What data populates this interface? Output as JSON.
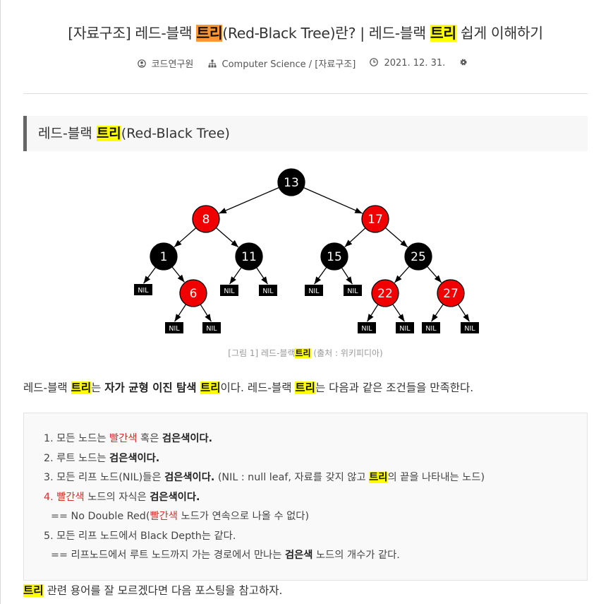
{
  "post": {
    "title_pre": "[자료구조] 레드-블랙 ",
    "title_hl": "트리",
    "title_post": "(Red-Black Tree)란? | 레드-블랙 ",
    "title_hl2": "트리",
    "title_end": " 쉽게 이해하기",
    "author": "코드연구원",
    "category": "Computer Science / [자료구조]",
    "date": "2021. 12. 31."
  },
  "heading": {
    "pre": "레드-블랙 ",
    "hl": "트리",
    "post": "(Red-Black Tree)"
  },
  "tree": {
    "nodes": [
      {
        "key": "13",
        "color": "black"
      },
      {
        "key": "8",
        "color": "red"
      },
      {
        "key": "17",
        "color": "red"
      },
      {
        "key": "1",
        "color": "black"
      },
      {
        "key": "11",
        "color": "black"
      },
      {
        "key": "15",
        "color": "black"
      },
      {
        "key": "25",
        "color": "black"
      },
      {
        "key": "6",
        "color": "red"
      },
      {
        "key": "22",
        "color": "red"
      },
      {
        "key": "27",
        "color": "red"
      }
    ],
    "nil_label": "NIL"
  },
  "caption": {
    "pre": "[그림 1] 레드-블랙",
    "hl": "트리",
    "post": " (출처 : 위키피디아)"
  },
  "intro": {
    "p1": "레드-블랙 ",
    "hl1": "트리",
    "p2": "는 ",
    "b1": "자가 균형 이진 탐색 ",
    "hl2": "트리",
    "p3": "이다. 레드-블랙 ",
    "hl3": "트리",
    "p4": "는 다음과 같은 조건들을 만족한다."
  },
  "rules": {
    "r1_a": "1. 모든 노드는 ",
    "r1_red": "빨간색",
    "r1_b": " 혹은 ",
    "r1_bold": "검은색이다.",
    "r2_a": "2. 루트 노드는 ",
    "r2_bold": "검은색이다.",
    "r3_a": "3. 모든 리프 노드(NIL)들은 ",
    "r3_bold": "검은색이다.",
    "r3_b": " (NIL : null leaf, 자료를 갖지 않고 ",
    "r3_hl": "트리",
    "r3_c": "의 끝을 나타내는 노드)",
    "r4_red": "빨간색",
    "r4_a": " 노드의 자식은 ",
    "r4_bold": "검은색이다.",
    "r4s_a": "== No Double Red(",
    "r4s_red": "빨간색",
    "r4s_b": " 노드가 연속으로 나올 수 없다)",
    "r5": "5. 모든 리프 노드에서 Black Depth는 같다.",
    "r5s_a": "== 리프노드에서 루트 노드까지 가는 경로에서 만나는 ",
    "r5s_bold": "검은색",
    "r5s_b": " 노드의 개수가 같다."
  },
  "bottom": {
    "hl": "트리",
    "text": " 관련 용어를 잘 모르겠다면 다음 포스팅을 참고하자."
  }
}
